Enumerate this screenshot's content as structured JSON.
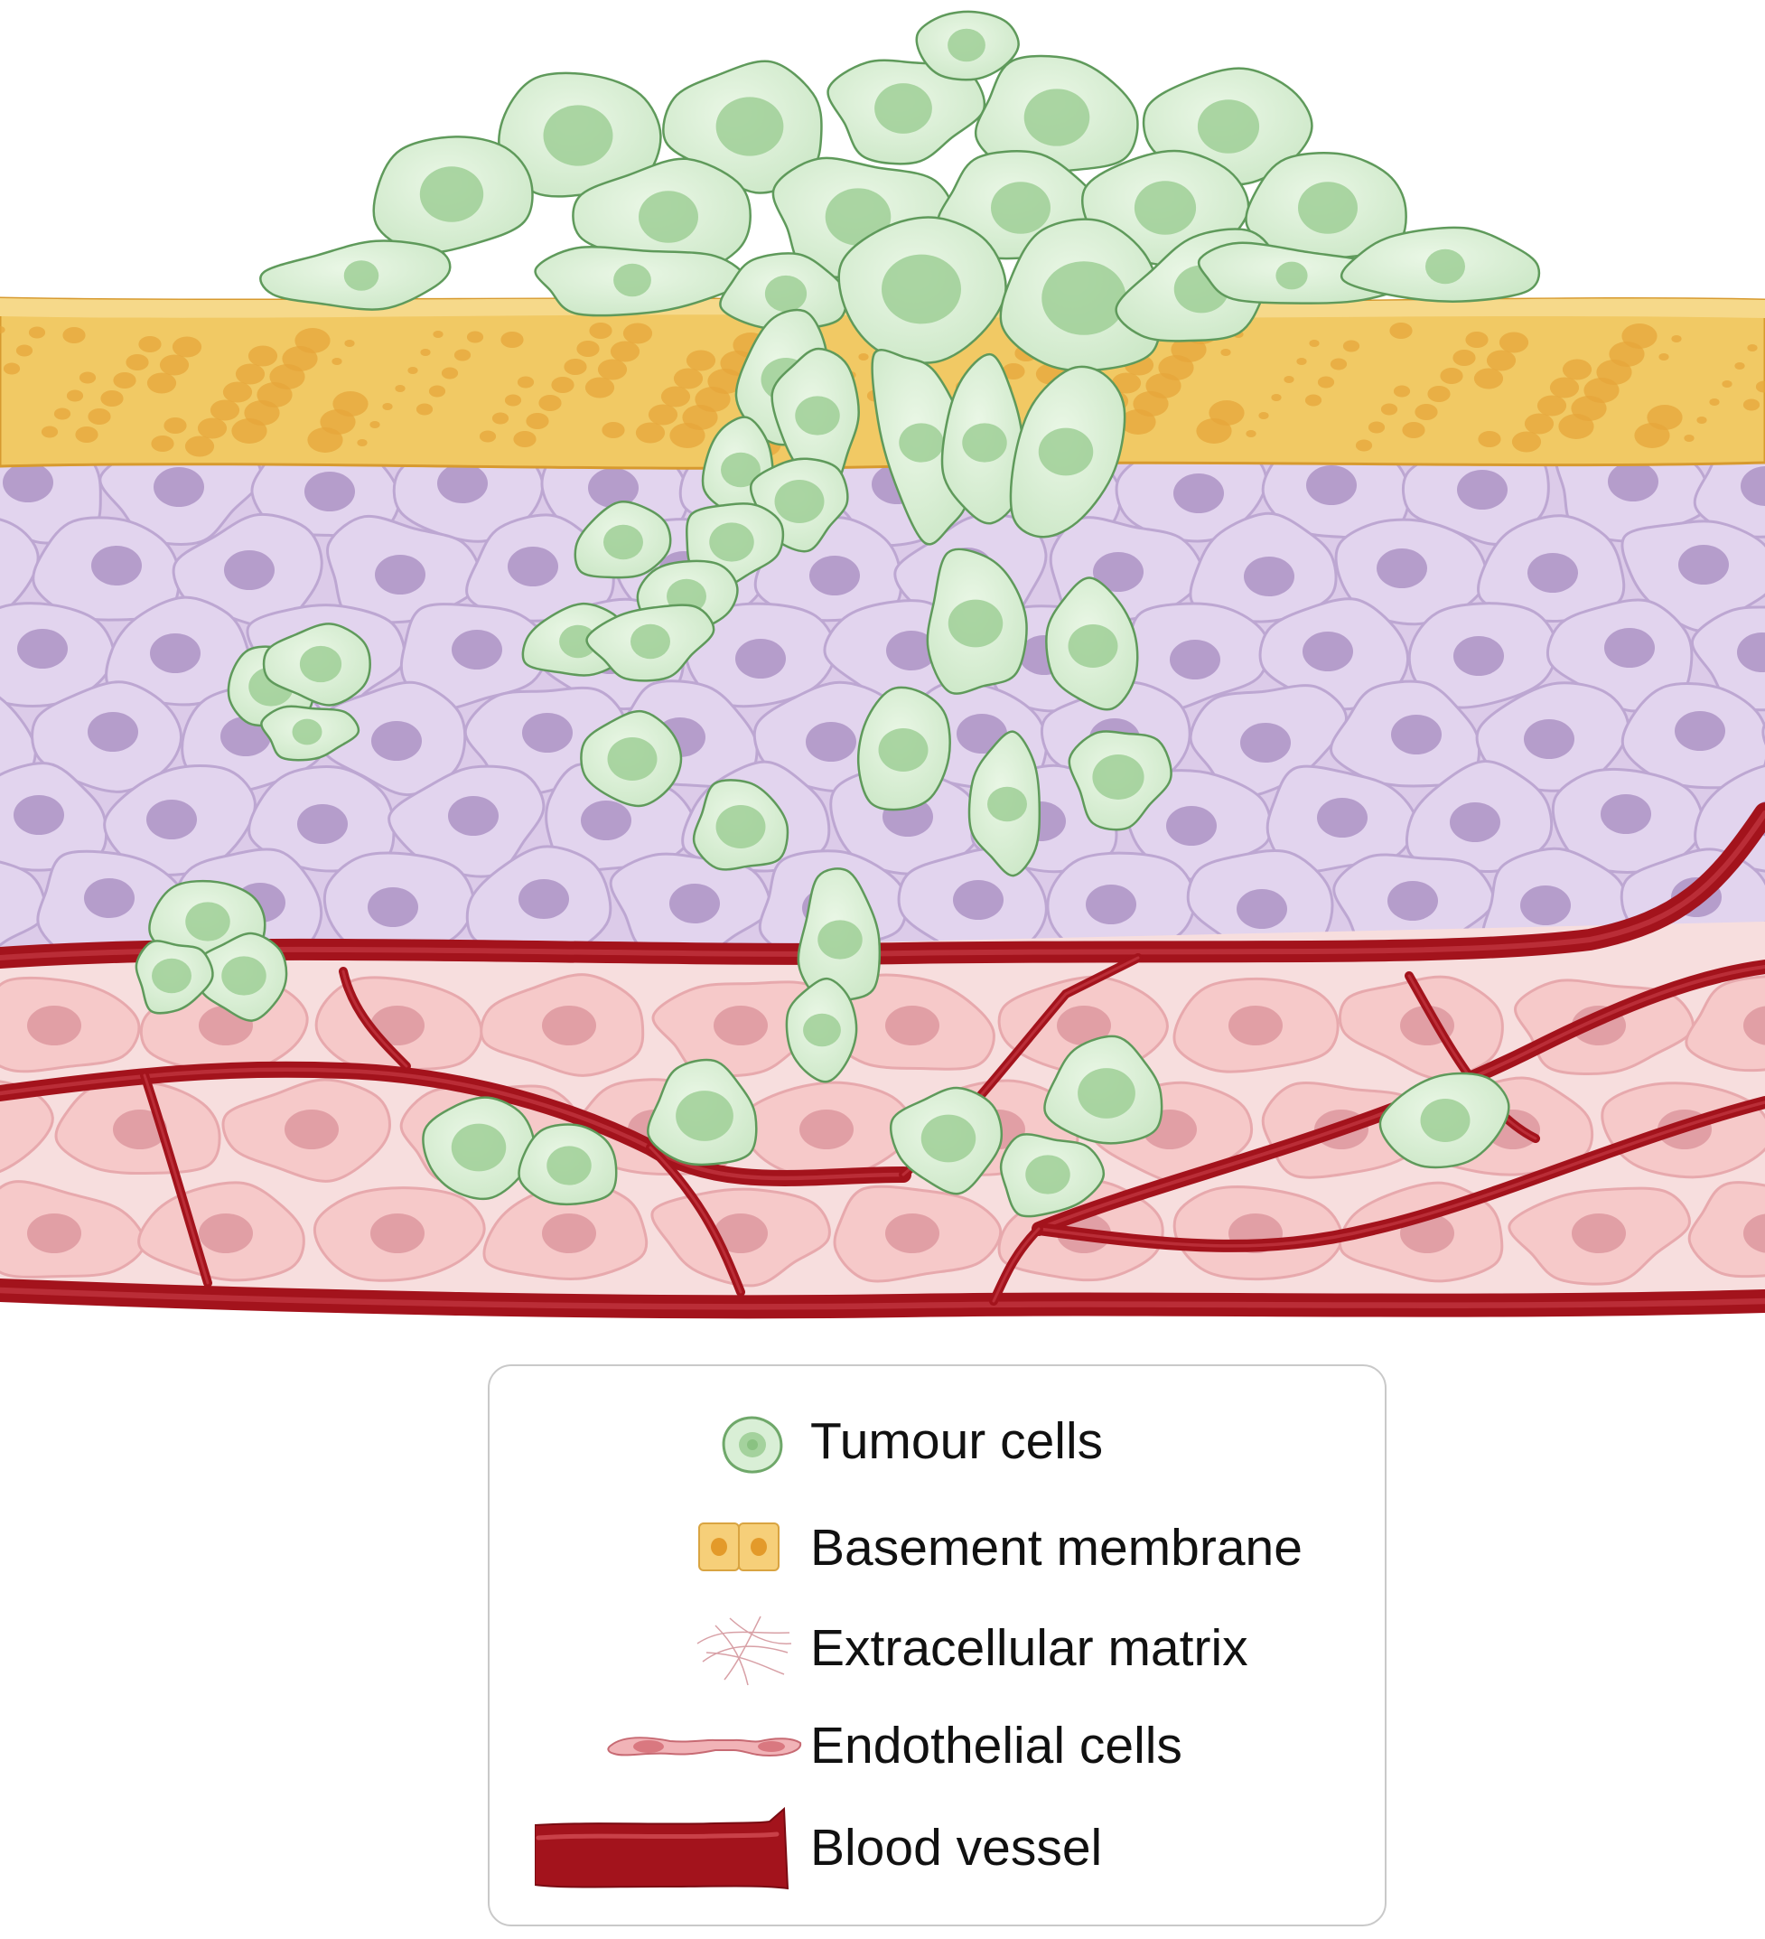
{
  "colors": {
    "tumour_fill": "#d9efd6",
    "tumour_stroke": "#5f9a5b",
    "tumour_nucleus": "#9fcf97",
    "basement_membrane": "#f3c35c",
    "epithelium": "#d8c8e6",
    "epithelium_nucleus": "#8f6fae",
    "stroma_cell": "#f6c9c9",
    "stroma_nucleus": "#d98d95",
    "blood_vessel": "#a3131c",
    "legend_border": "#c9c9c9"
  },
  "legend": {
    "items": [
      {
        "label": "Tumour cells",
        "icon": "tumour-cell-icon"
      },
      {
        "label": "Basement membrane",
        "icon": "basement-membrane-icon"
      },
      {
        "label": "Extracellular matrix",
        "icon": "extracellular-matrix-icon"
      },
      {
        "label": "Endothelial cells",
        "icon": "endothelial-cells-icon"
      },
      {
        "label": "Blood vessel",
        "icon": "blood-vessel-icon"
      }
    ]
  }
}
